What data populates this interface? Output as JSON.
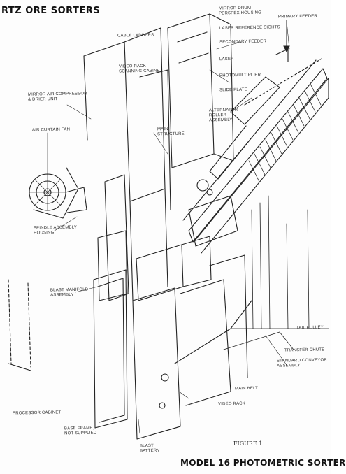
{
  "title": "RTZ ORE SORTERS",
  "figure_label": "FIGURE 1",
  "model_title": "MODEL 16 PHOTOMETRIC SORTER",
  "labels": {
    "mirror_drum_housing": "MIRROR DRUM\nPERSPEX HOUSING",
    "primary_feeder": "PRIMARY FEEDER",
    "cable_ladders": "CABLE LADDERS",
    "laser_reference_sights": "LASER REFERENCE SIGHTS",
    "secondary_feeder": "SECONDARY FEEDER",
    "laser": "LASER",
    "video_rack_scanning_cabinet": "VIDEO RACK\nSCANNING CABINET",
    "photomultiplier": "PHOTOMULTIPLIER",
    "slide_plate": "SLIDE PLATE",
    "mirror_air_compressor": "MIRROR AIR COMPRESSOR\n& DRIER UNIT",
    "alternator_roller_assembly": "ALTERNATOR\nROLLER\nASSEMBLY",
    "air_curtain_fan": "AIR CURTAIN FAN",
    "main_structure": "MAIN\nSTRUCTURE",
    "spindle_assembly_housing": "SPINDLE ASSEMBLY\nHOUSING",
    "blast_manifold_assembly": "BLAST MANIFOLD\nASSEMBLY",
    "tail_pulley": "TAIL PULLEY",
    "transfer_chute": "TRANSFER CHUTE",
    "shield_structure_conveyor": "STANDARD CONVEYOR\nASSEMBLY",
    "main_belt": "MAIN BELT",
    "video_rack": "VIDEO RACK",
    "processor_cabinet": "PROCESSOR CABINET",
    "base_frame": "BASE FRAME,\nNOT SUPPLIED",
    "blast_battery": "BLAST\nBATTERY"
  }
}
